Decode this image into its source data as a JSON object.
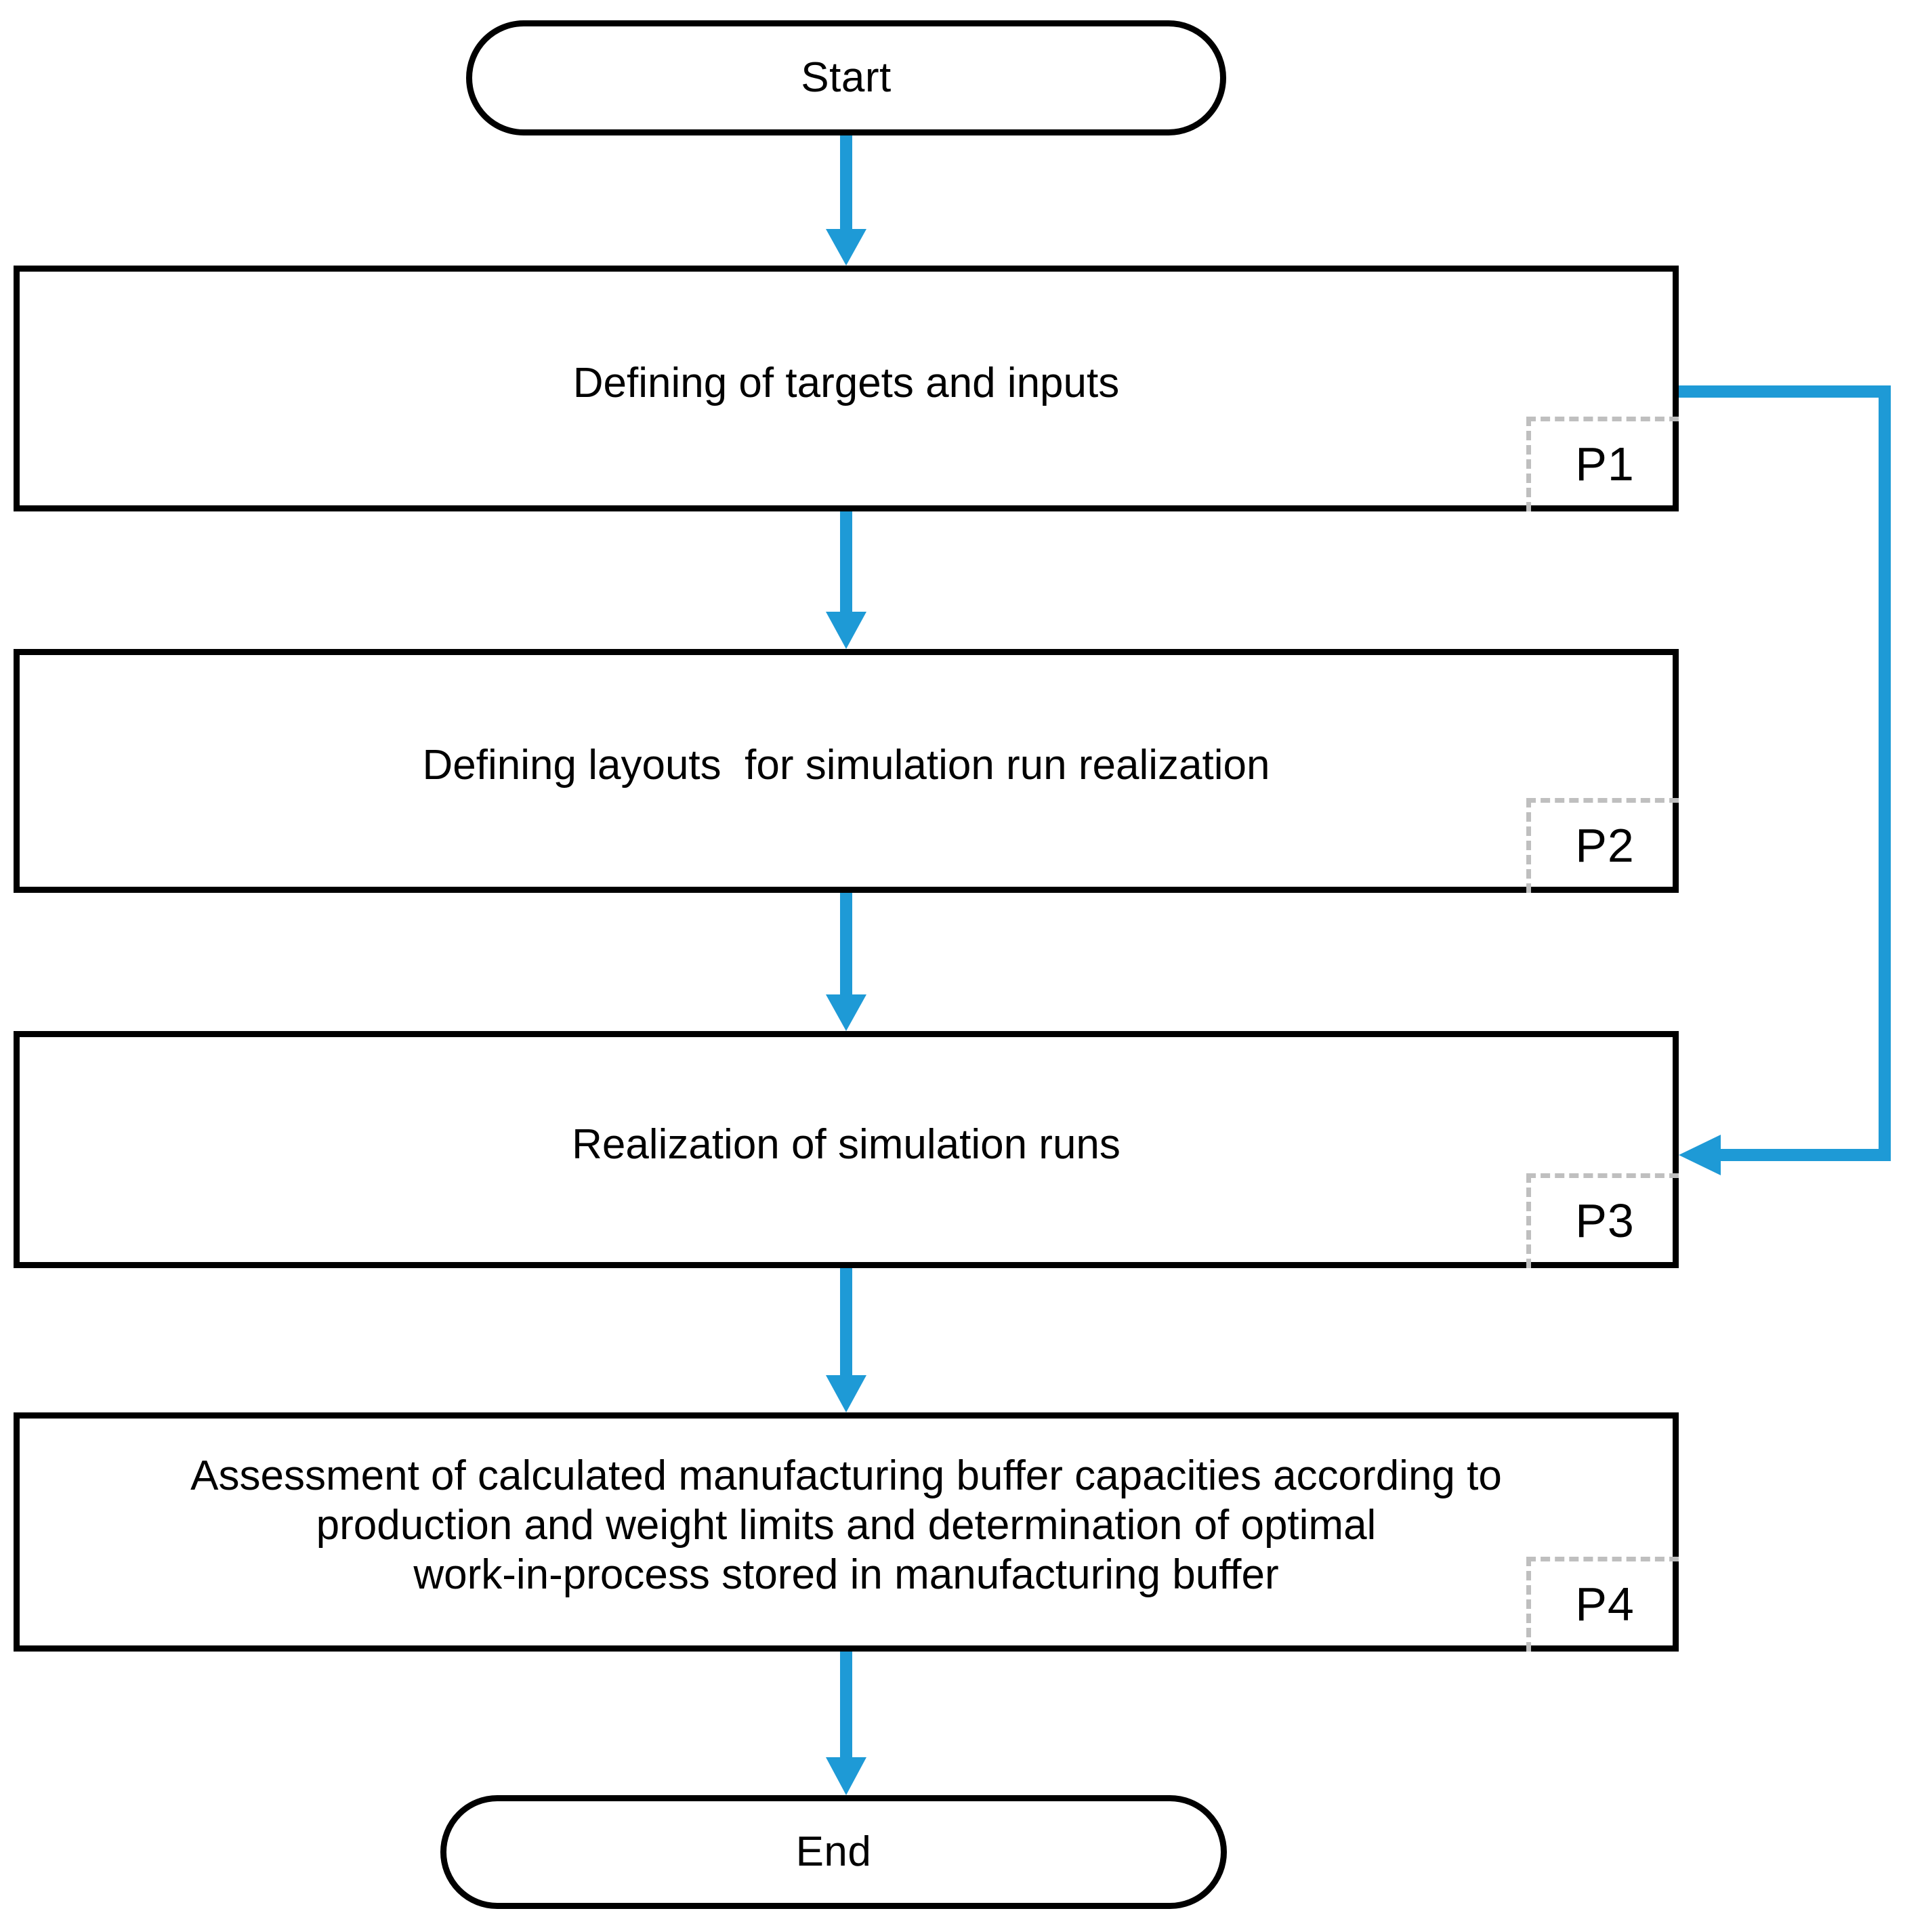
{
  "diagram": {
    "title": "Simulation study procedure flowchart",
    "accent_color": "#1e9ad6",
    "node_border_color": "#000000",
    "tag_border_color": "#bfbfbf",
    "background_color": "#ffffff"
  },
  "nodes": {
    "start": {
      "label": "Start",
      "shape": "terminator"
    },
    "p1": {
      "label": "Defining of targets and inputs",
      "tag": "P1",
      "shape": "process"
    },
    "p2": {
      "label": "Defining layouts  for simulation run realization",
      "tag": "P2",
      "shape": "process"
    },
    "p3": {
      "label": "Realization of simulation runs",
      "tag": "P3",
      "shape": "process"
    },
    "p4": {
      "label": "Assessment of calculated manufacturing buffer capacities according to\nproduction and weight limits and determination of optimal\nwork-in-process stored in manufacturing buffer",
      "tag": "P4",
      "shape": "process"
    },
    "end": {
      "label": "End",
      "shape": "terminator"
    }
  },
  "connectors": [
    {
      "name": "start-to-p1",
      "from": "start",
      "to": "p1",
      "kind": "arrow-down"
    },
    {
      "name": "p1-to-p2",
      "from": "p1",
      "to": "p2",
      "kind": "arrow-down"
    },
    {
      "name": "p2-to-p3",
      "from": "p2",
      "to": "p3",
      "kind": "arrow-down"
    },
    {
      "name": "p3-to-p4",
      "from": "p3",
      "to": "p4",
      "kind": "arrow-down"
    },
    {
      "name": "p4-to-end",
      "from": "p4",
      "to": "end",
      "kind": "arrow-down"
    },
    {
      "name": "p1-to-p3-feedback",
      "from": "p1",
      "to": "p3",
      "kind": "arrow-elbow-right"
    }
  ]
}
